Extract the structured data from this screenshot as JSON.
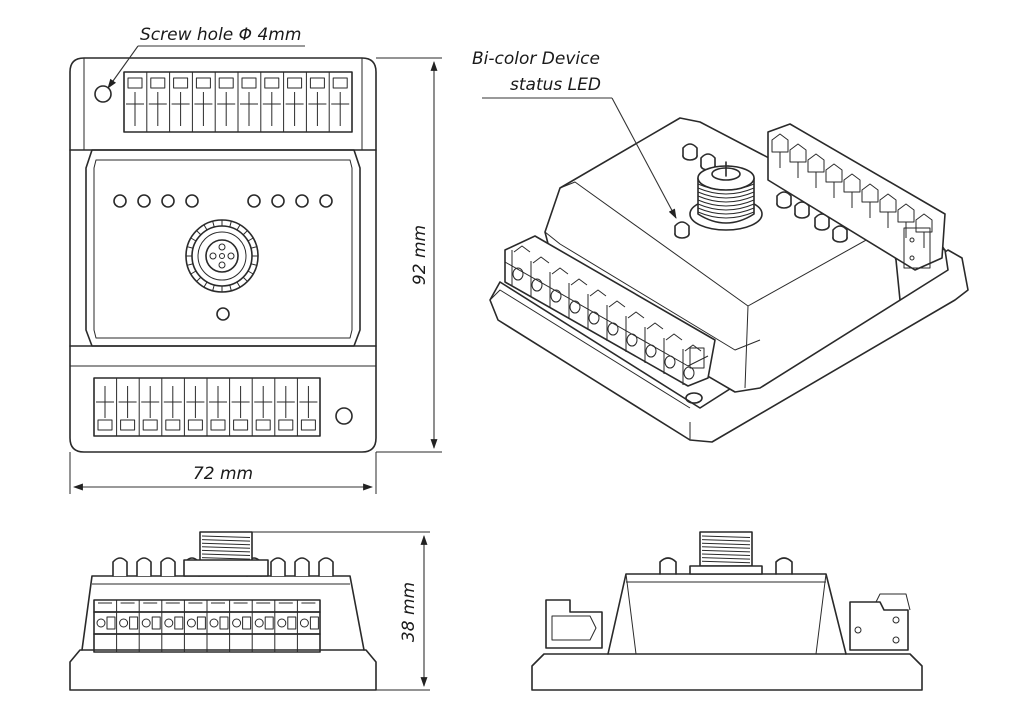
{
  "labels": {
    "screw_hole": "Screw hole Φ 4mm",
    "led_line1": "Bi-color Device",
    "led_line2": "status LED",
    "dim_height": "92 mm",
    "dim_width": "72 mm",
    "dim_depth": "38 mm"
  },
  "views": {
    "top": "top-view",
    "iso": "isometric-view",
    "front": "front-view",
    "side": "side-view"
  }
}
